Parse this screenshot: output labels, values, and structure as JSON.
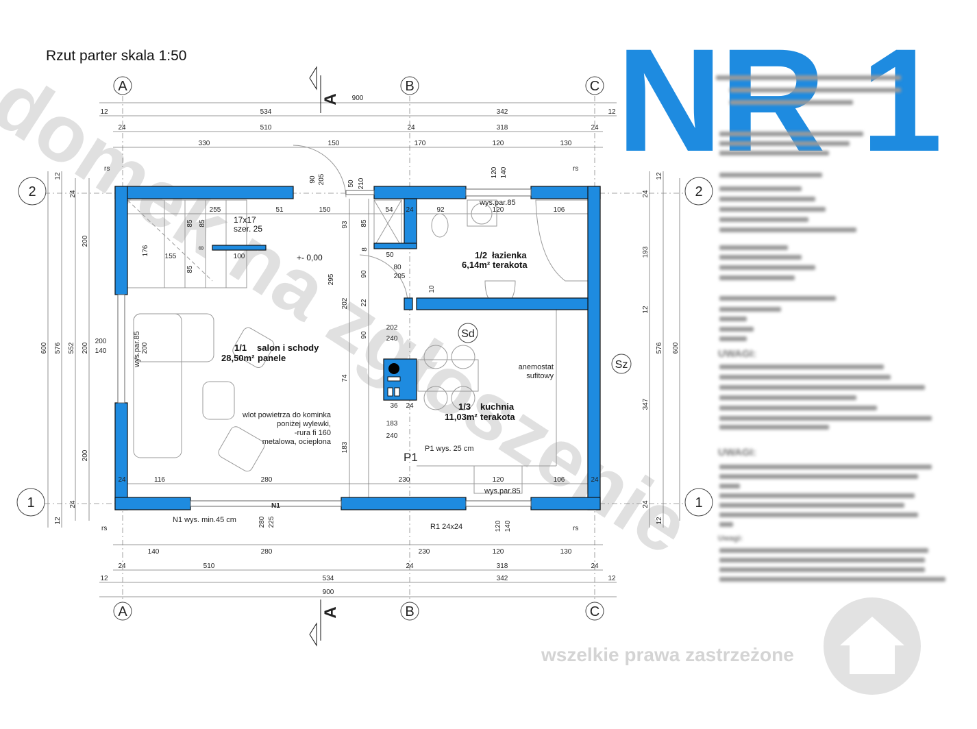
{
  "title": "Rzut parter skala 1:50",
  "badge": "NR 1",
  "watermark": "domek na zgłoszenie",
  "rights": "wszelkie prawa zastrzeżone",
  "colors": {
    "wall": "#1e8be0",
    "badge": "#1e8be0"
  },
  "legend_blurred": {
    "headings": [
      "UWAGI:",
      "UWAGI:",
      "Uwagi:"
    ]
  },
  "axes": {
    "A": "A",
    "B": "B",
    "C": "C",
    "row1": "1",
    "row2": "2",
    "section": "A"
  },
  "markers": {
    "sd": "Sd",
    "sz": "Sz",
    "rs": "rs"
  },
  "rooms": [
    {
      "no": "1/1",
      "name": "salon i schody",
      "area": "28,50m²",
      "floor": "panele"
    },
    {
      "no": "1/2",
      "name": "łazienka",
      "area": "6,14m²",
      "floor": "terakota"
    },
    {
      "no": "1/3",
      "name": "kuchnia",
      "area": "11,03m²",
      "floor": "terakota"
    }
  ],
  "notes": {
    "air_inlet": [
      "wlot powietrza do kominka",
      "poniżej wylewki,",
      "-rura fi 160",
      "metalowa, ocieplona"
    ],
    "anemostat": [
      "anemostat",
      "sufitowy"
    ],
    "level": "+- 0,00",
    "stairs": [
      "17x17",
      "szer. 25"
    ],
    "p1": "P1",
    "p1_note": "P1 wys. 25 cm",
    "r1": "R1 24x24",
    "n1": "N1",
    "n1_note": "N1 wys. min.45 cm",
    "sill": "wys.par.85"
  },
  "labels": [
    "900",
    "12",
    "534",
    "342",
    "12",
    "24",
    "510",
    "24",
    "318",
    "24",
    "330",
    "150",
    "170",
    "120",
    "130",
    "90",
    "205",
    "50",
    "210",
    "120",
    "140",
    "255",
    "51",
    "150",
    "54",
    "24",
    "92",
    "120",
    "106",
    "85",
    "85",
    "93",
    "85",
    "176",
    "155",
    "8",
    "100",
    "8",
    "50",
    "80",
    "205",
    "85",
    "295",
    "90",
    "202",
    "22",
    "10",
    "202",
    "240",
    "90",
    "74",
    "36",
    "24",
    "183",
    "240",
    "183",
    "230",
    "120",
    "106",
    "24",
    "116",
    "280",
    "24",
    "200",
    "200",
    "140",
    "12",
    "24",
    "200",
    "600",
    "576",
    "552",
    "200",
    "200",
    "24",
    "12",
    "12",
    "24",
    "193",
    "12",
    "576",
    "600",
    "347",
    "24",
    "12",
    "280",
    "225",
    "120",
    "140",
    "140",
    "280",
    "230",
    "120",
    "130",
    "24",
    "510",
    "24",
    "318",
    "24",
    "12",
    "534",
    "342",
    "12",
    "900"
  ]
}
